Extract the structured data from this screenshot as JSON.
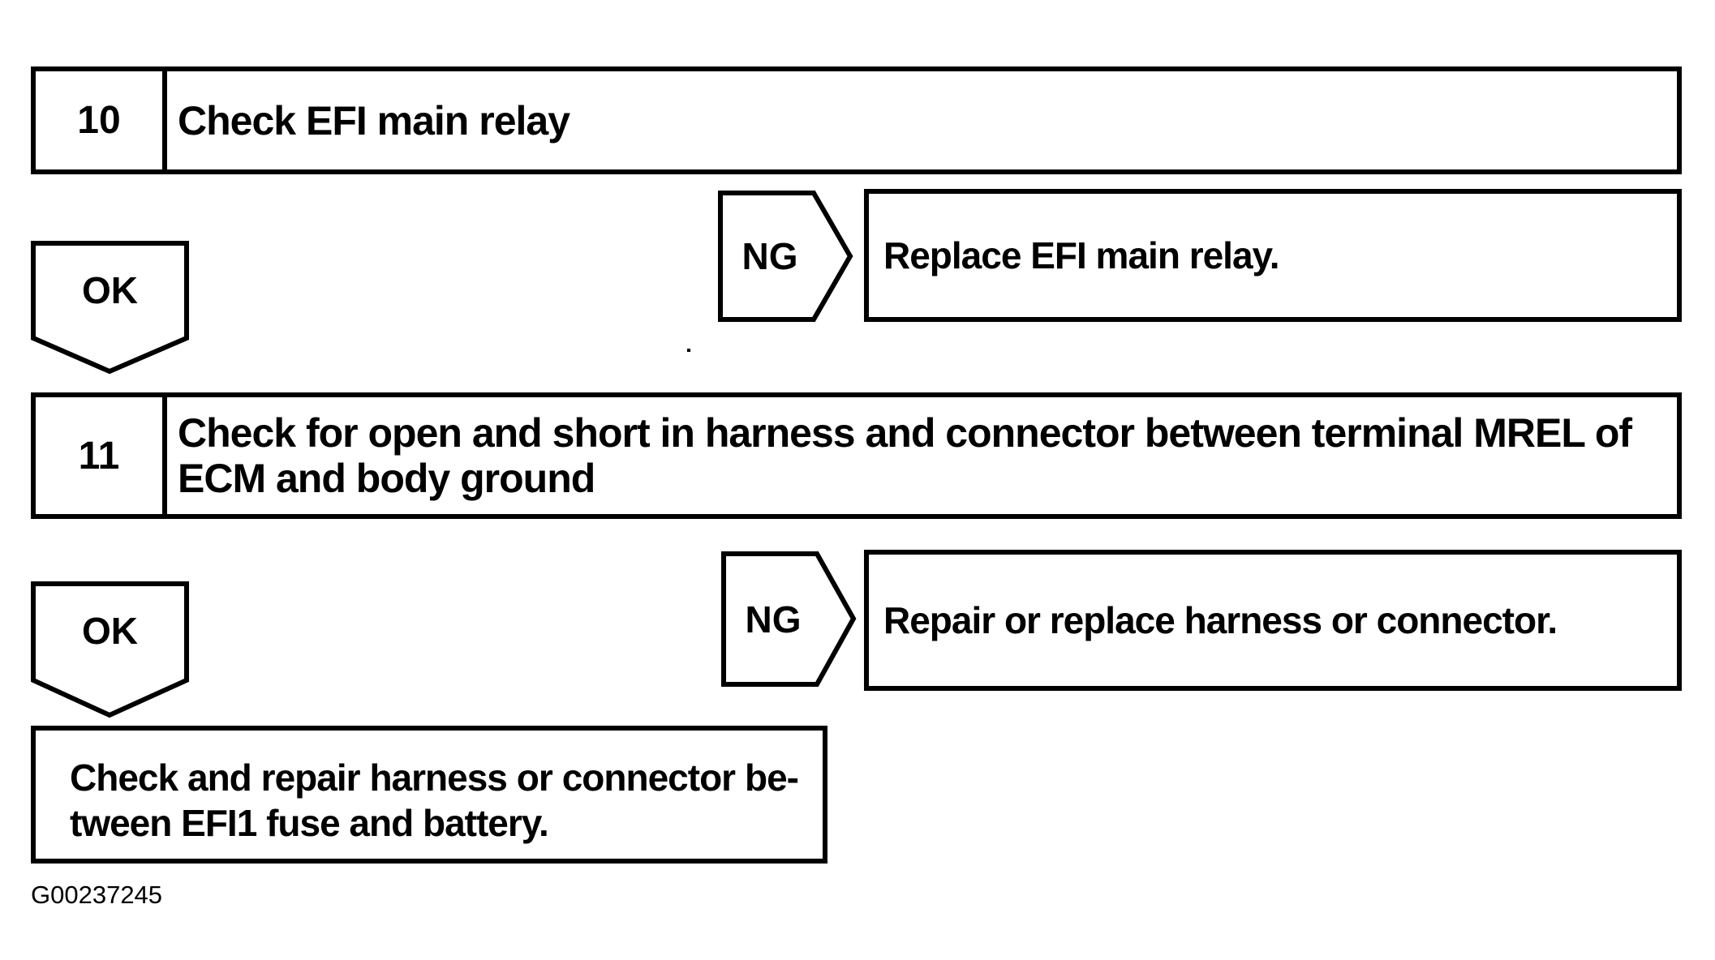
{
  "figure_id": "G00237245",
  "colors": {
    "line": "#000000",
    "background": "#ffffff",
    "text": "#000000"
  },
  "flowchart": {
    "steps": [
      {
        "number": "10",
        "title_lines": [
          "Check EFI main relay"
        ],
        "ok": {
          "label": "OK"
        },
        "ng": {
          "label": "NG",
          "action": "Replace EFI main relay."
        }
      },
      {
        "number": "11",
        "title_lines": [
          "Check for open and short in harness and connector between terminal MREL of",
          "ECM and body ground"
        ],
        "ok": {
          "label": "OK"
        },
        "ng": {
          "label": "NG",
          "action": "Repair or replace harness or connector."
        }
      }
    ],
    "final_action": {
      "line1": "Check and repair harness or connector be-",
      "line2": "tween EFI1 fuse and battery."
    }
  }
}
